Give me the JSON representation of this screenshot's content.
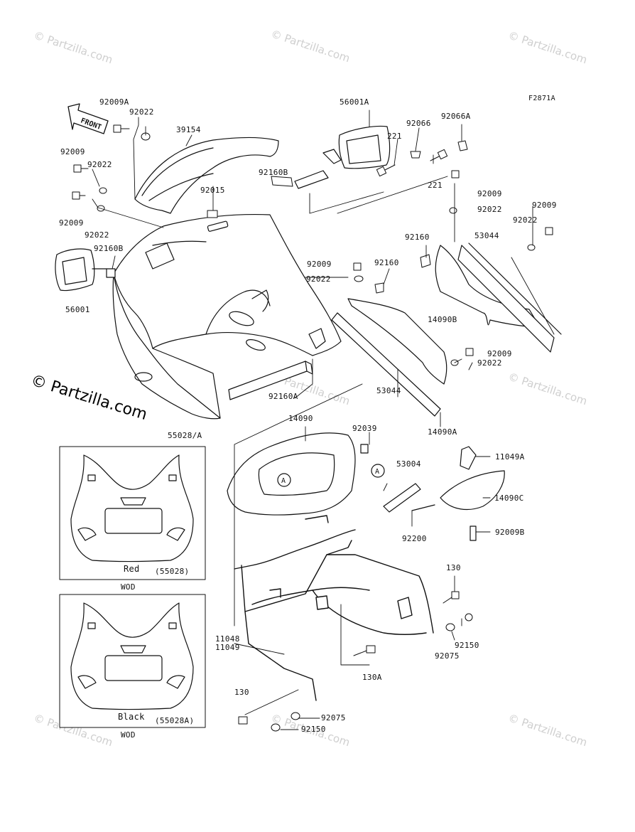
{
  "figure_code": "F2871A",
  "front_label": "FRONT",
  "watermark_text": "© Partzilla.com",
  "callout_letter": "A",
  "variants": [
    {
      "color": "Red",
      "part": "(55028)",
      "note": "WOD"
    },
    {
      "color": "Black",
      "part": "(55028A)",
      "note": "WOD"
    }
  ],
  "parts": {
    "p92009A": "92009A",
    "p92022_top": "92022",
    "p39154": "39154",
    "p92009_a": "92009",
    "p92022_a": "92022",
    "p92015": "92015",
    "p92009_b": "92009",
    "p92022_b": "92022",
    "p92160B_left": "92160B",
    "p56001": "56001",
    "p56001A": "56001A",
    "p92066": "92066",
    "p92066A": "92066A",
    "p221_a": "221",
    "p221_b": "221",
    "p92160B_mid": "92160B",
    "p92009_r1": "92009",
    "p92022_r1": "92022",
    "p92009_r2": "92009",
    "p92022_r2": "92022",
    "p53044_r": "53044",
    "p92160_r": "92160",
    "p14090B": "14090B",
    "p92009_m": "92009",
    "p92160_m": "92160",
    "p92022_m": "92022",
    "p92009_m2": "92009",
    "p92022_m2": "92022",
    "p53044_m": "53044",
    "p14090A": "14090A",
    "p92160A": "92160A",
    "p55028A": "55028/A",
    "p14090": "14090",
    "p92039": "92039",
    "p53004": "53004",
    "p92200": "92200",
    "p11049A": "11049A",
    "p14090C": "14090C",
    "p92009B": "92009B",
    "p130_top": "130",
    "p11048": "11048",
    "p11049": "11049",
    "p92075_r": "92075",
    "p92150_r": "92150",
    "p130A": "130A",
    "p130_bot": "130",
    "p92075_b": "92075",
    "p92150_b": "92150"
  },
  "colors": {
    "line": "#111111",
    "watermark": "#cfcfcf"
  }
}
